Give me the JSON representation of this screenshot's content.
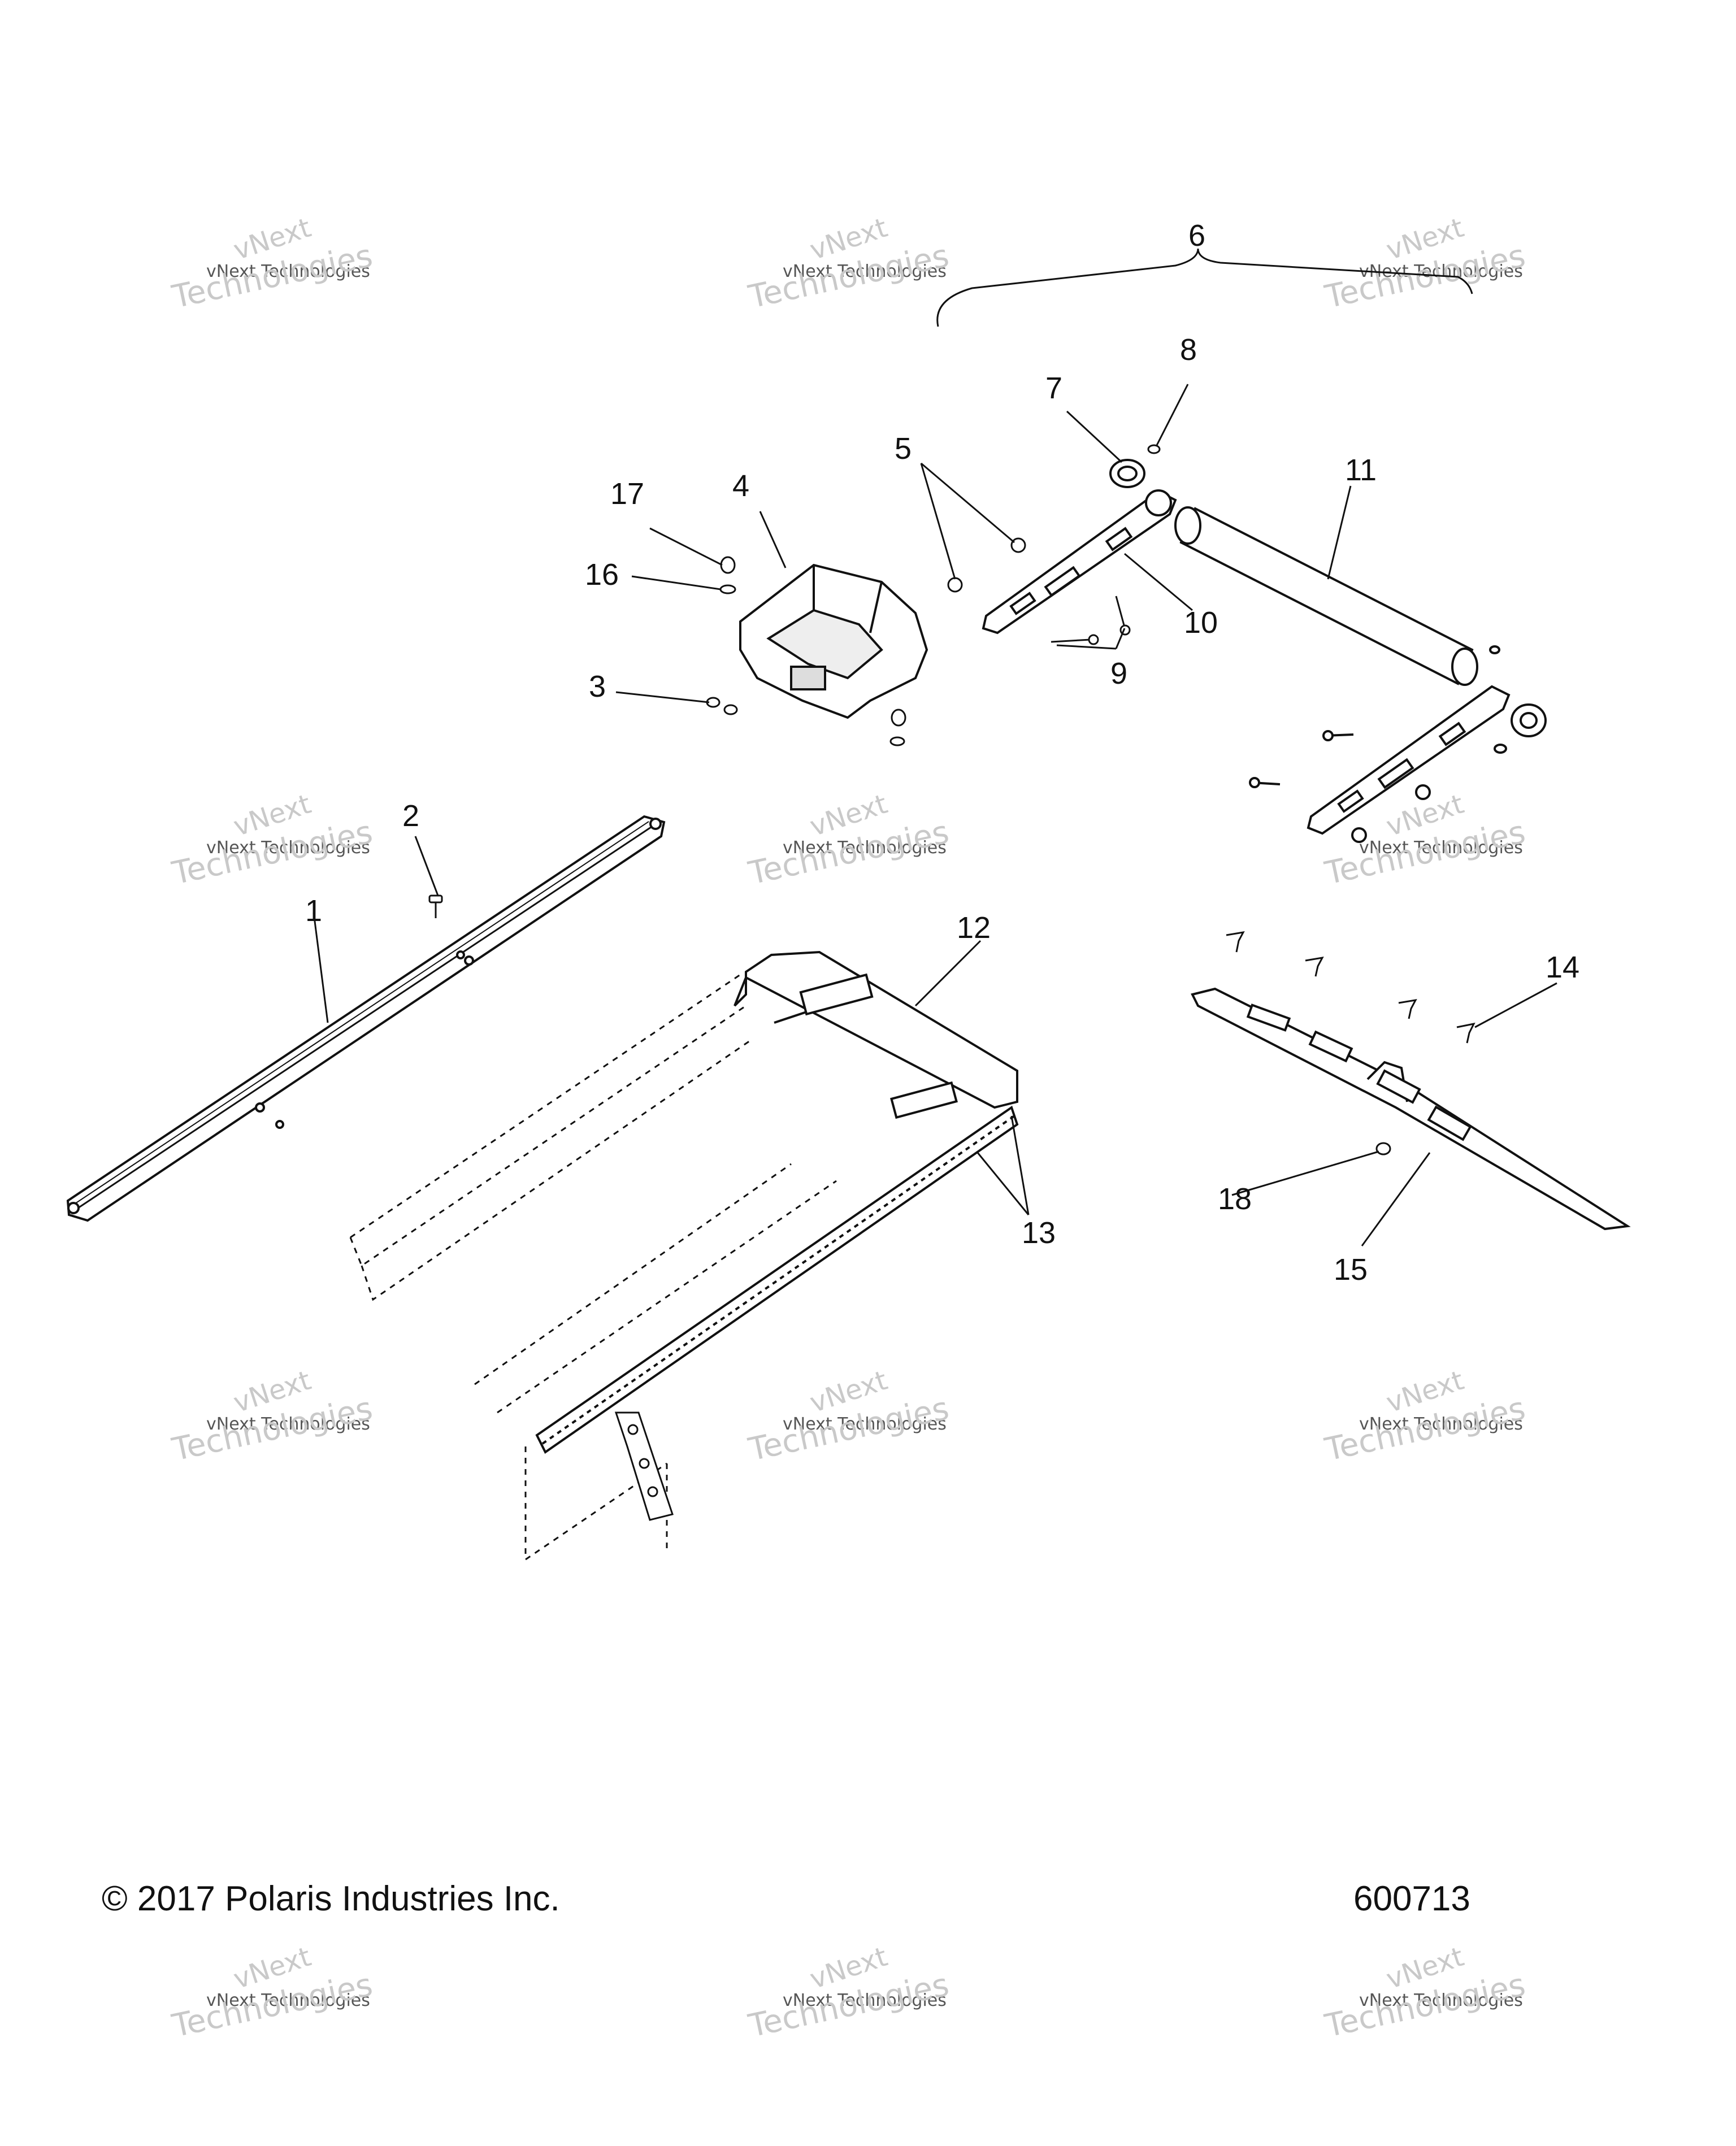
{
  "callouts": [
    "1",
    "2",
    "3",
    "4",
    "5",
    "6",
    "7",
    "8",
    "9",
    "10",
    "11",
    "12",
    "13",
    "14",
    "15",
    "16",
    "17",
    "18"
  ],
  "watermark": {
    "line1": "vNext",
    "line2": "vNext Technologies",
    "line3": "Technologies"
  },
  "footer": {
    "copyright": "© 2017 Polaris Industries Inc.",
    "figure_id": "600713"
  }
}
